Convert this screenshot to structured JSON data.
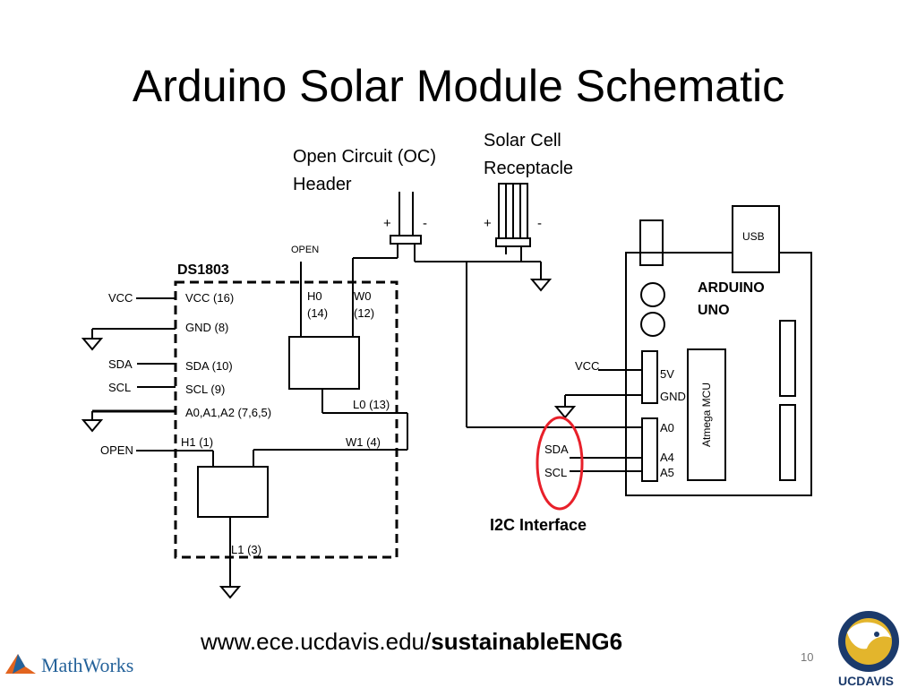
{
  "slide": {
    "title": "Arduino Solar Module Schematic",
    "url_prefix": "www.ece.ucdavis.edu/",
    "url_bold": "sustainableENG6",
    "slide_number": "10"
  },
  "logos": {
    "mathworks": "MathWorks",
    "ucdavis": "UCDAVIS"
  },
  "labels": {
    "oc_header_1": "Open Circuit (OC)",
    "oc_header_2": "Header",
    "solar_1": "Solar Cell",
    "solar_2": "Receptacle",
    "plus": "+",
    "minus": "-",
    "open_top": "OPEN",
    "ds1803": "DS1803",
    "vcc_left": "VCC",
    "sda_left": "SDA",
    "scl_left": "SCL",
    "open_left": "OPEN",
    "pin_vcc": "VCC (16)",
    "pin_gnd": "GND (8)",
    "pin_sda": "SDA (10)",
    "pin_scl": "SCL (9)",
    "pin_addr": "A0,A1,A2 (7,6,5)",
    "pin_h1": "H1 (1)",
    "pin_w1": "W1 (4)",
    "pin_h0_a": "H0",
    "pin_h0_b": "(14)",
    "pin_w0_a": "W0",
    "pin_w0_b": "(12)",
    "pin_l0": "L0 (13)",
    "pin_l1": "L1 (3)",
    "arduino_1": "ARDUINO",
    "arduino_2": "UNO",
    "usb": "USB",
    "mcu": "Atmega MCU",
    "vcc_right": "VCC",
    "ard_5v": "5V",
    "ard_gnd": "GND",
    "ard_a0": "A0",
    "ard_a4": "A4",
    "ard_a5": "A5",
    "sda_right": "SDA",
    "scl_right": "SCL",
    "i2c": "I2C Interface"
  },
  "colors": {
    "highlight_circle": "#e8202a",
    "ucd_navy": "#1b3a6b",
    "ucd_gold": "#e3b52c",
    "mathworks_orange": "#e2641f",
    "mathworks_blue": "#24629a"
  }
}
